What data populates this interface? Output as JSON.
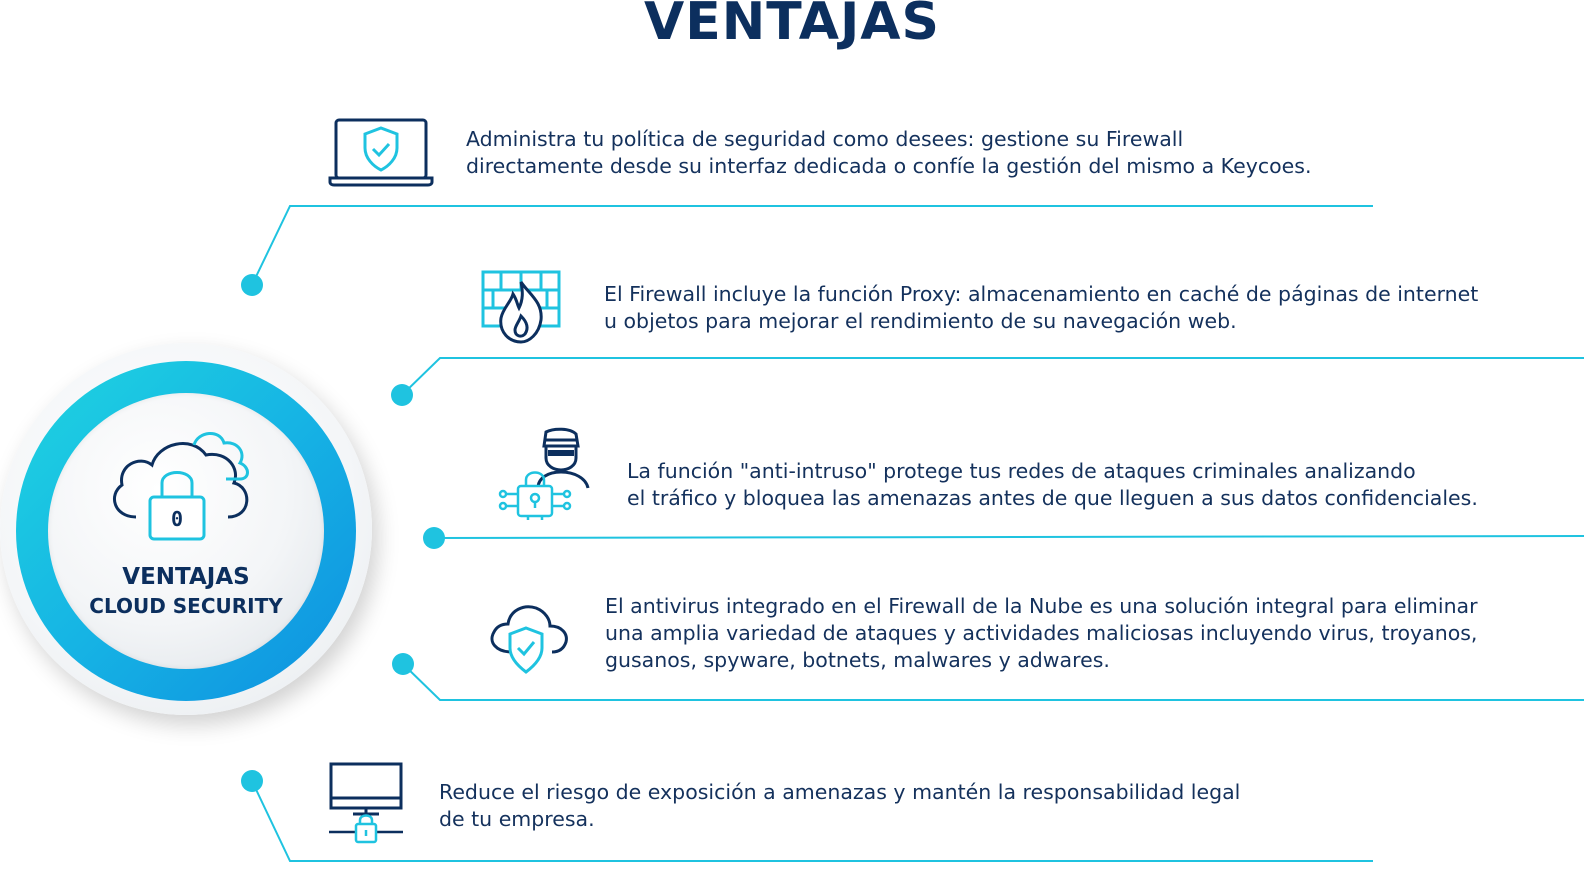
{
  "title": "VENTAJAS",
  "hub": {
    "line1": "VENTAJAS",
    "line2": "CLOUD SECURITY",
    "lock_digit": "0"
  },
  "colors": {
    "navy": "#0c2f5e",
    "cyan": "#1fc3e0",
    "blue": "#0e8fe0"
  },
  "items": [
    {
      "icon": "laptop-shield-icon",
      "lines": [
        "Administra tu política de seguridad como desees: gestione su Firewall",
        "directamente desde su interfaz dedicada o confíe la gestión del mismo a Keycoes."
      ]
    },
    {
      "icon": "firewall-icon",
      "lines": [
        "El Firewall incluye la función Proxy: almacenamiento en caché de páginas de internet",
        "u objetos para mejorar el rendimiento de su navegación web."
      ]
    },
    {
      "icon": "intruder-icon",
      "lines": [
        "La función \"anti-intruso\" protege tus redes de ataques criminales analizando",
        "el tráfico y bloquea las amenazas antes de que lleguen a sus datos confidenciales."
      ]
    },
    {
      "icon": "cloud-shield-icon",
      "lines": [
        "El antivirus integrado en el Firewall de la Nube es una solución integral para eliminar",
        "una amplia variedad de ataques y actividades maliciosas incluyendo virus, troyanos,",
        "gusanos, spyware, botnets, malwares y adwares."
      ]
    },
    {
      "icon": "monitor-lock-icon",
      "lines": [
        "Reduce el riesgo de exposición a amenazas y mantén la responsabilidad legal",
        "de tu empresa."
      ]
    }
  ]
}
